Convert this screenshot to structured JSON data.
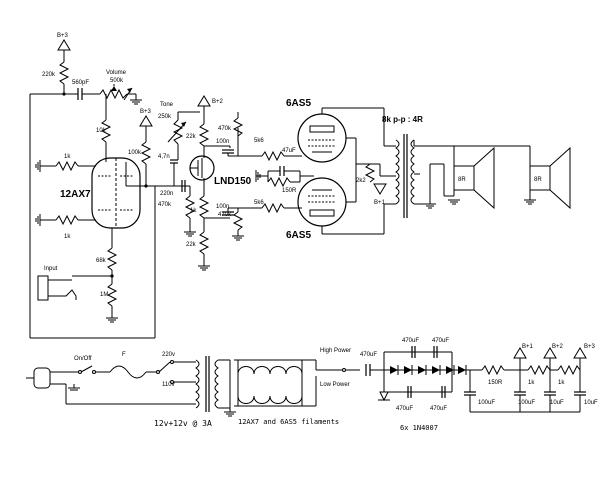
{
  "rails": [
    "B+3",
    "B+2",
    "B+1"
  ],
  "tubes": {
    "preamp": "12AX7",
    "power_top": "6AS5",
    "power_bottom": "6AS5",
    "mosfet": "LND150"
  },
  "components": {
    "r_220k": "220k",
    "c_560pf": "560pF",
    "volume_label": "Volume",
    "volume_val": "500k",
    "r_10k": "10k",
    "r_1k_top": "1k",
    "r_1k_bot": "1k",
    "r_68k": "68k",
    "r_1m": "1M",
    "r_100k": "100k",
    "c_47n": "4,7n",
    "r_470k_grid": "470k",
    "c_220n": "220n",
    "tone_label": "Tone",
    "tone_val": "250k",
    "r_22k_top": "22k",
    "r_22k_bot": "22k",
    "r_1k_mid": "1k",
    "c_100n_top": "100n",
    "c_100n_bot": "100n",
    "r_470k_top": "470k",
    "r_470k_bot": "470k",
    "r_5k6_top": "5k6",
    "r_5k6_bot": "5k6",
    "c_47uf": "47uF",
    "r_150r": "150R",
    "r_2k2": "2k2",
    "xfmr": "8k p-p : 4R",
    "spk_top": "8R",
    "spk_bot": "8R",
    "input_label": "Input"
  },
  "psu": {
    "onoff": "On/Off",
    "fuse": "F",
    "v220": "220v",
    "v110": "110v",
    "high_power": "High Power",
    "low_power": "Low Power",
    "c_470_in": "470uF",
    "c_470_a": "470uF",
    "c_470_b": "470uF",
    "c_470_c": "470uF",
    "c_470_d": "470uF",
    "c_100_out": "100uF",
    "r_150r": "150R",
    "r_1k_a": "1k",
    "r_1k_b": "1k",
    "c_100_a": "100uF",
    "c_100_b": "10uF",
    "c_100_c": "10uF",
    "heater_note": "12v+12v @ 3A",
    "filaments_note": "12AX7 and 6AS5 filaments",
    "diodes_note": "6x 1N4007"
  }
}
